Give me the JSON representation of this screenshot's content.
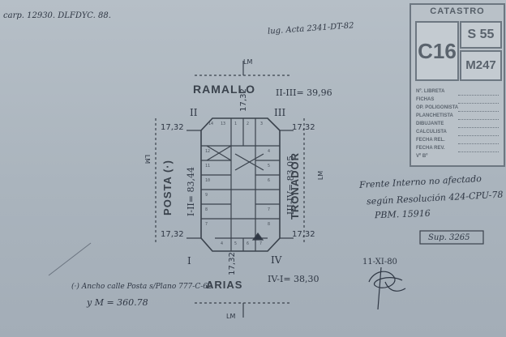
{
  "header": {
    "carp": "carp. 12930. DLFDYC. 88.",
    "ref": "lug. Acta 2341-DT-82"
  },
  "streets": {
    "north": "RAMALLO",
    "west": "POSTA (·)",
    "east": "TRONADOR",
    "south": "ARIAS"
  },
  "roman": {
    "nw": "II",
    "ne": "III",
    "sw": "I",
    "se": "IV"
  },
  "measures": {
    "north_side": "II-III= 39,96",
    "west_side": "I-II= 83,44",
    "east_side": "III-IV= 83,05",
    "south_side": "IV-I= 38,30",
    "chamfer_nw": "17,32",
    "chamfer_ne": "17,32",
    "chamfer_sw": "17,32",
    "chamfer_se": "17,32",
    "top_center": "17,32",
    "bottom_center": "17,32",
    "lm_top": "LM",
    "lm_bottom": "LM",
    "lm_left": "LM",
    "lm_right": "LM"
  },
  "lots": {
    "top_row": [
      "14",
      "13",
      "1",
      "2",
      "3"
    ],
    "left_col": [
      "12",
      "11",
      "10",
      "9",
      "8",
      "7"
    ],
    "right_col": [
      "4",
      "5",
      "6",
      "7",
      "8"
    ],
    "bottom_row": [
      "4",
      "5",
      "6",
      "7"
    ]
  },
  "notes": {
    "note1": "Frente Interno no afectado",
    "note2": "según Resolución 424-CPU-78",
    "note3": "PBM. 15916",
    "sup": "Sup. 3265",
    "date": "11-XI-80",
    "footnote1": "(·) Ancho calle Posta s/Plano 777-C-62",
    "footnote2": "y M = 360.78"
  },
  "catastro": {
    "title": "CATASTRO",
    "c": "C16",
    "s": "S 55",
    "m": "M247",
    "rows": [
      "Nº. LIBRETA",
      "FICHAS",
      "OP. POLIGONISTA",
      "PLANCHETISTA",
      "DIBUJANTE",
      "CALCULISTA",
      "FECHA REL.",
      "FECHA REV.",
      "Vº Bº"
    ]
  }
}
